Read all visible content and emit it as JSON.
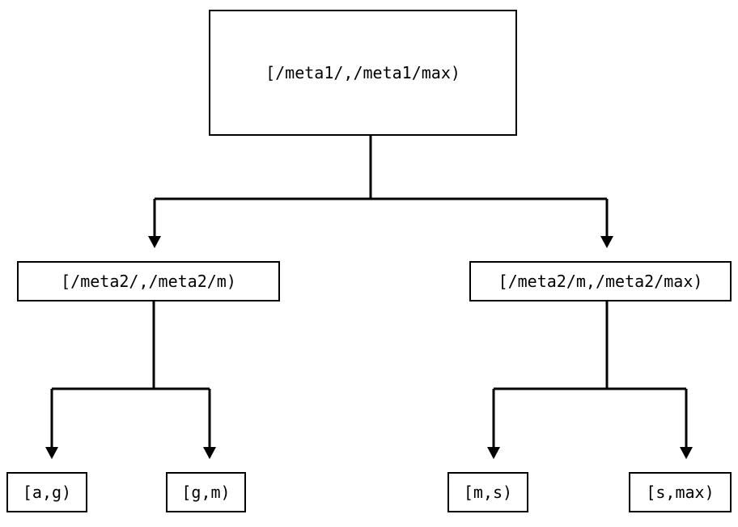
{
  "diagram": {
    "type": "tree",
    "title": "",
    "background_color": "#ffffff",
    "stroke_color": "#000000",
    "text_color": "#000000",
    "nodes": {
      "root": {
        "label": "[/meta1/,/meta1/max)"
      },
      "mid_left": {
        "label": "[/meta2/,/meta2/m)"
      },
      "mid_right": {
        "label": "[/meta2/m,/meta2/max)"
      },
      "leaf_ag": {
        "label": "[a,g)"
      },
      "leaf_gm": {
        "label": "[g,m)"
      },
      "leaf_ms": {
        "label": "[m,s)"
      },
      "leaf_smax": {
        "label": "[s,max)"
      }
    },
    "edges": [
      {
        "from": "root",
        "to": "mid_left",
        "arrow": "down"
      },
      {
        "from": "root",
        "to": "mid_right",
        "arrow": "down"
      },
      {
        "from": "mid_left",
        "to": "leaf_ag",
        "arrow": "down"
      },
      {
        "from": "mid_left",
        "to": "leaf_gm",
        "arrow": "down"
      },
      {
        "from": "mid_right",
        "to": "leaf_ms",
        "arrow": "down"
      },
      {
        "from": "mid_right",
        "to": "leaf_smax",
        "arrow": "down"
      }
    ]
  }
}
